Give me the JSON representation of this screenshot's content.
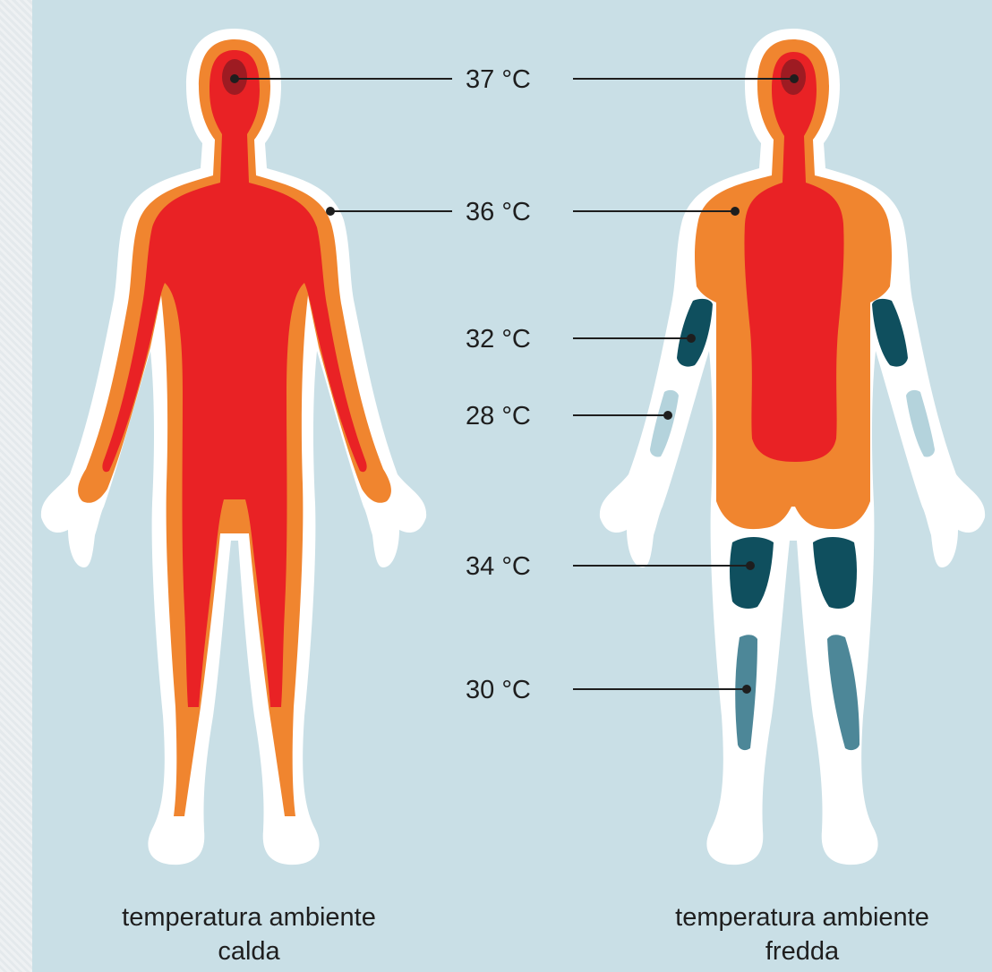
{
  "colors": {
    "background": "#c9dfe6",
    "outline": "#ffffff",
    "temp_37": "#9e1b22",
    "temp_36": "#e92225",
    "temp_outer_warm": "#f0852f",
    "temp_34": "#0f4f5e",
    "temp_32": "#0f4f5e",
    "temp_30": "#4d8798",
    "temp_28": "#b4d3dc"
  },
  "labels": {
    "t37": "37 °C",
    "t36": "36 °C",
    "t32": "32 °C",
    "t28": "28 °C",
    "t34": "34 °C",
    "t30": "30 °C"
  },
  "captions": {
    "warm_line1": "temperatura ambiente",
    "warm_line2": "calda",
    "cold_line1": "temperatura ambiente",
    "cold_line2": "fredda"
  }
}
